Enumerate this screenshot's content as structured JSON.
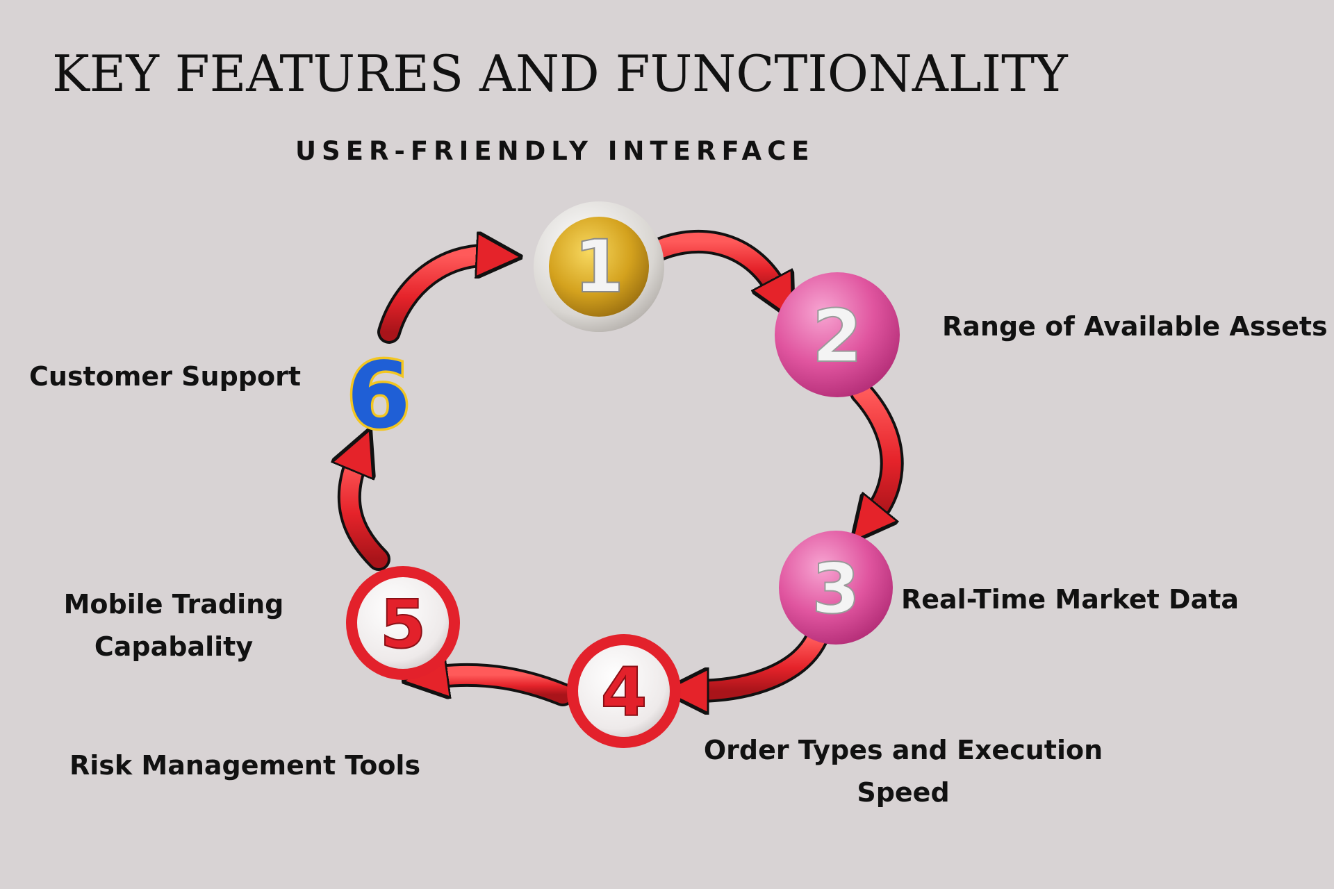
{
  "title": "KEY FEATURES AND FUNCTIONALITY",
  "subtitle": "USER-FRIENDLY INTERFACE",
  "steps": [
    {
      "number": "1",
      "label": ""
    },
    {
      "number": "2",
      "label": "Range of Available Assets"
    },
    {
      "number": "3",
      "label": "Real-Time Market Data"
    },
    {
      "number": "4",
      "label": "Order Types and Execution Speed"
    },
    {
      "number": "5",
      "label": "Mobile Trading Capabality"
    },
    {
      "number": "6",
      "label": "Customer Support"
    }
  ],
  "extra_label": "Risk Management Tools",
  "colors": {
    "background": "#d8d3d4",
    "arrow": "#e5232a",
    "gold": "#d4a21e",
    "pink": "#e0559f",
    "red_badge": "#e3212b",
    "blue_six": "#1f5fd6"
  }
}
